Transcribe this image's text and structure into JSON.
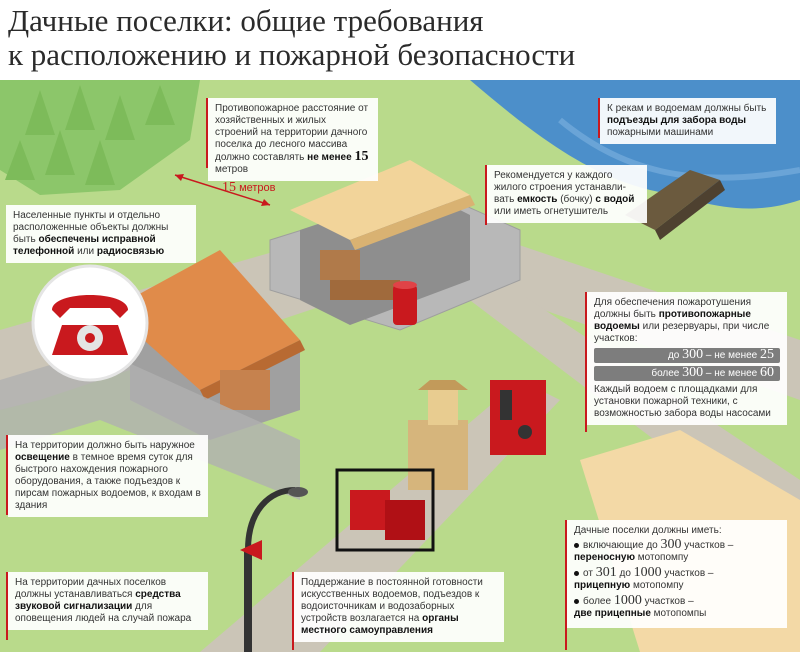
{
  "title": {
    "line1": "Дачные поселки: общие требования",
    "line2": "к расположению и пожарной безопасности"
  },
  "distance_label": {
    "num": "15",
    "unit": "метров"
  },
  "boxes": {
    "fire_distance": {
      "text": "Противопожарное расстояние от хозяйственных и жилых строений на территории дачного поселка до лесного массива должно составлять ",
      "bold": "не менее ",
      "num": "15",
      "tail": " метров"
    },
    "rivers": {
      "text": "К рекам и водоемам должны быть ",
      "bold": "подъезды для забора воды",
      "tail": " пожарными машинами"
    },
    "tank": {
      "text": "Рекомендуется у каждого жилого строения устанавли-вать ",
      "bold": "емкость",
      "mid": " (бочку) ",
      "bold2": "с водой",
      "tail": " или иметь огнетушитель"
    },
    "phone": {
      "text": "Населенные пункты и отдельно расположенные объекты должны быть ",
      "bold": "обеспечены исправной телефонной",
      "mid": " или ",
      "bold2": "радиосвязью"
    },
    "ponds": {
      "text": "Для обеспечения пожаротушения должны быть ",
      "bold": "противопожарные водоемы",
      "tail": " или резервуары, при числе участков:",
      "pill1": {
        "a": "до ",
        "n1": "300",
        "b": " – не менее ",
        "n2": "25"
      },
      "pill2": {
        "a": "более ",
        "n1": "300",
        "b": " – не менее ",
        "n2": "60"
      },
      "note": "Каждый водоем с площадками для установки пожарной техники, с возможностью забора воды насосами"
    },
    "lighting": {
      "text": "На территории должно быть наружное ",
      "bold": "освещение",
      "tail": " в темное время суток для быстрого нахождения пожарного оборудования, а также подъездов к пирсам пожарных водоемов, к входам в здания"
    },
    "sound": {
      "text": "На территории дачных поселков должны устанавливаться ",
      "bold": "средства звуковой сигнализации",
      "tail": " для оповещения людей на случай пожара"
    },
    "reservoirs": {
      "text": "Поддержание в постоянной готовности искусственных водоемов, подъездов к водоисточникам и водозаборных устройств возлагается на ",
      "bold": "органы местного самоуправления"
    },
    "pumps": {
      "head": "Дачные поселки должны иметь:",
      "items": [
        {
          "a": "включающие до ",
          "n": "300",
          "b": " участков –",
          "bold": "переносную",
          "c": " мотопомпу"
        },
        {
          "a": "от ",
          "n": "301",
          "mid": " до ",
          "n2": "1000",
          "b": " участков –",
          "bold": "прицепную",
          "c": " мотопомпу"
        },
        {
          "a": "более ",
          "n": "1000",
          "b": " участков –",
          "bold": "две прицепные",
          "c": " мотопомпы"
        }
      ]
    }
  },
  "colors": {
    "accent": "#c9191e",
    "grass": "#b8d98a",
    "road": "#c9c3b6",
    "water": "#4a8cc7"
  }
}
